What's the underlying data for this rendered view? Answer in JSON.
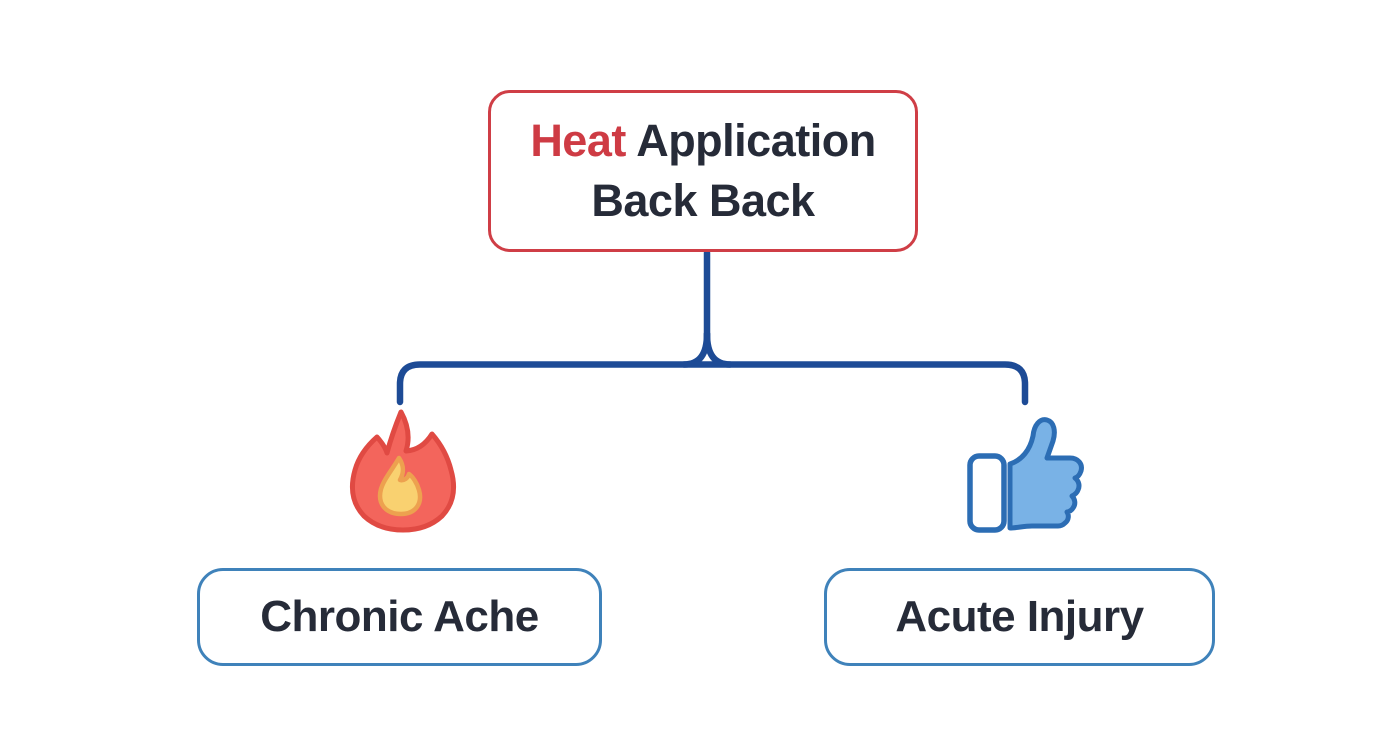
{
  "diagram": {
    "root": {
      "title_accent": "Heat",
      "title_rest": " Application",
      "title_line2": "Back Back",
      "border_color": "#cf3e46",
      "accent_color": "#ce3b44"
    },
    "branches": [
      {
        "icon": "fire-icon",
        "label": "Chronic Ache"
      },
      {
        "icon": "thumbs-up-icon",
        "label": "Acute Injury"
      }
    ],
    "colors": {
      "connector": "#1d4b96",
      "branch_border": "#3f82ba",
      "text": "#262b38",
      "flame_outer_fill": "#f3655c",
      "flame_outer_stroke": "#e04a43",
      "flame_inner_fill": "#f9d170",
      "flame_inner_stroke": "#eda14f",
      "thumb_fill": "#79b2e6",
      "thumb_stroke": "#2c6db4",
      "background": "#ffffff"
    }
  }
}
